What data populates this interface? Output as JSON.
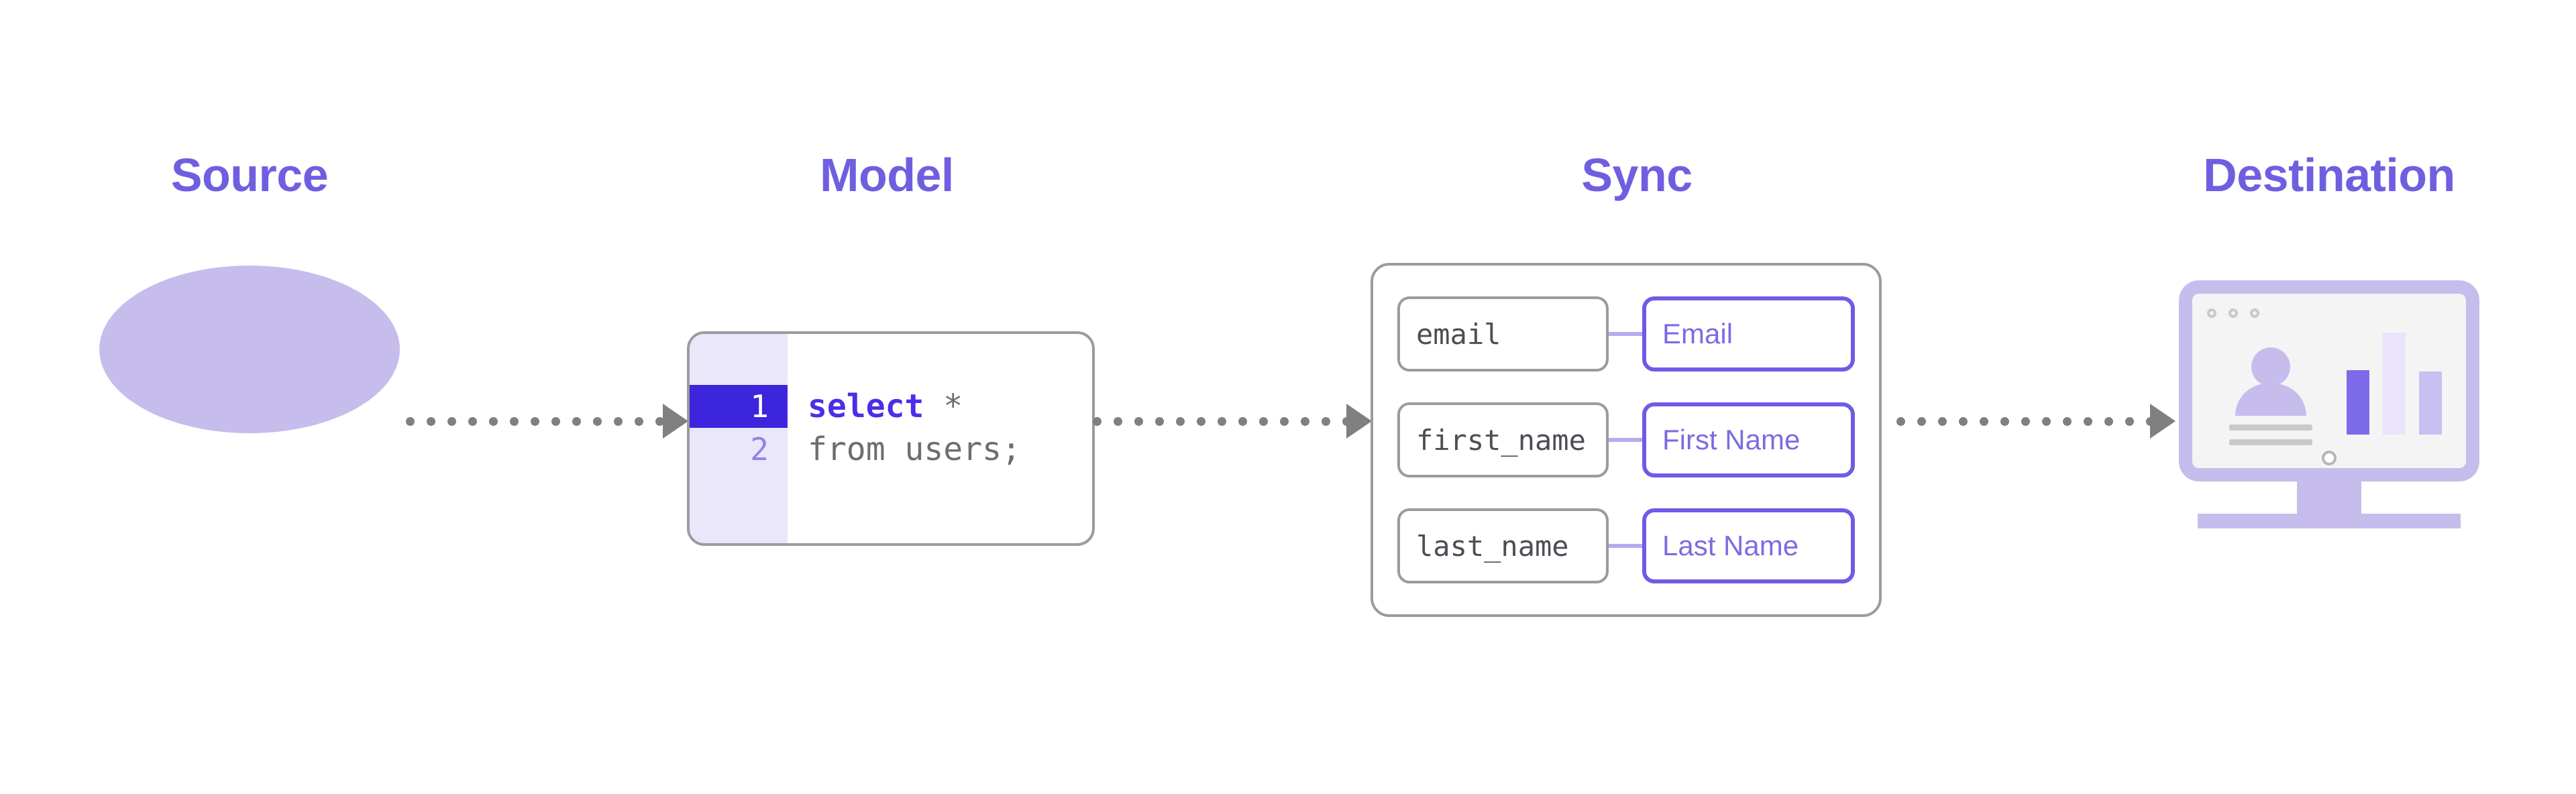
{
  "diagram": {
    "title": "Data pipeline: Source to Destination",
    "background_color": "#ffffff",
    "accent_color": "#6f5fe0"
  },
  "stages": {
    "source": {
      "heading": "Source",
      "icon": "database-cylinder-icon",
      "disc_colors": [
        "#c6bded",
        "#ded8f5",
        "#f0edfc"
      ]
    },
    "model": {
      "heading": "Model",
      "editor": {
        "gutter_color": "#eae7fa",
        "active_line_color": "#3c25dd",
        "lines": [
          {
            "number": "1",
            "active": true,
            "keyword": "select",
            "rest": " *"
          },
          {
            "number": "2",
            "active": false,
            "keyword": "",
            "rest": "from users;"
          }
        ]
      }
    },
    "sync": {
      "heading": "Sync",
      "mappings": [
        {
          "source_field": "email",
          "destination_field": "Email"
        },
        {
          "source_field": "first_name",
          "destination_field": "First Name"
        },
        {
          "source_field": "last_name",
          "destination_field": "Last Name"
        }
      ],
      "source_border_color": "#9a9aa0",
      "destination_border_color": "#6c5ce7",
      "link_color": "#b7abee"
    },
    "destination": {
      "heading": "Destination",
      "icon": "monitor-dashboard-icon",
      "bezel_color": "#c6bded",
      "screen_color": "#f4f4f5",
      "bar_colors": [
        "#7c6ae8",
        "#e9e4fb",
        "#c8bff2"
      ]
    }
  },
  "connectors": [
    {
      "name": "source-to-model",
      "style": "dotted-arrow",
      "color": "#808080"
    },
    {
      "name": "model-to-sync",
      "style": "dotted-arrow",
      "color": "#808080"
    },
    {
      "name": "sync-to-destination",
      "style": "dotted-arrow",
      "color": "#808080"
    }
  ]
}
